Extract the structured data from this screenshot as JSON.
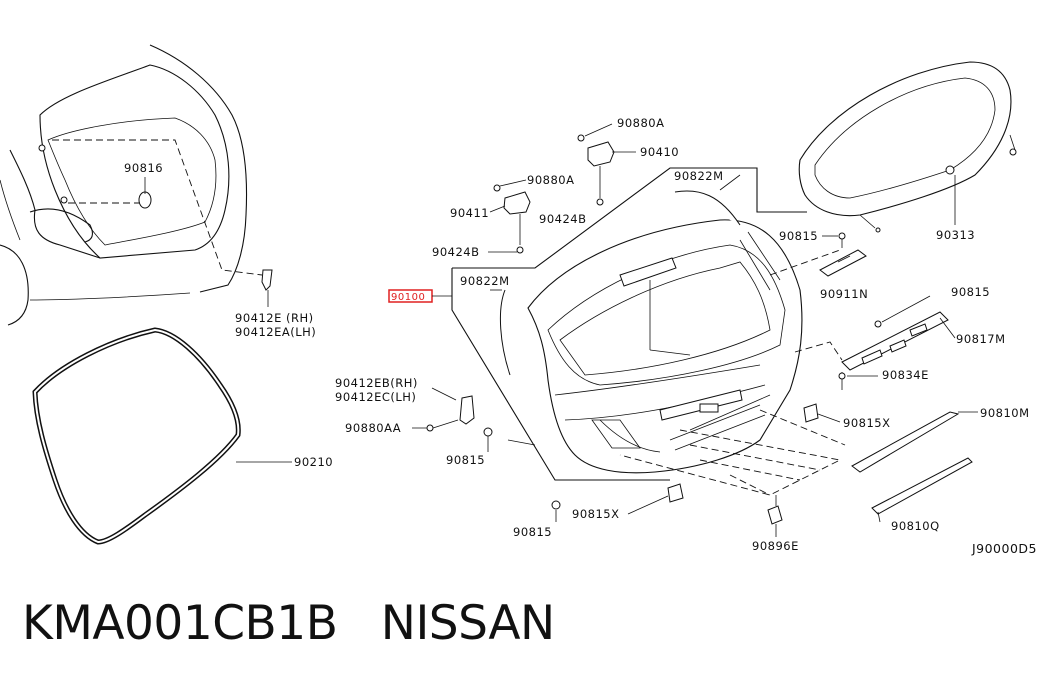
{
  "caption": {
    "part_number": "KMA001CB1B",
    "brand": "NISSAN"
  },
  "diagram_code": "J90000D5",
  "highlight_label": "90100",
  "highlight_color": "#e02020",
  "labels": {
    "l90816": "90816",
    "l90412e": "90412E (RH)",
    "l90412ea": "90412EA(LH)",
    "l90210": "90210",
    "l90880a_1": "90880A",
    "l90410": "90410",
    "l90880a_2": "90880A",
    "l90411": "90411",
    "l90424b_1": "90424B",
    "l90424b_2": "90424B",
    "l90822m_1": "90822M",
    "l90822m_2": "90822M",
    "l90412eb": "90412EB(RH)",
    "l90412ec": "90412EC(LH)",
    "l90880aa": "90880AA",
    "l90815_1": "90815",
    "l90815_2": "90815",
    "l90815x_1": "90815X",
    "l90896e": "90896E",
    "l90815_3": "90815",
    "l90911n": "90911N",
    "l90815_4": "90815",
    "l90817m": "90817M",
    "l90834e": "90834E",
    "l90815x_2": "90815X",
    "l90810m": "90810M",
    "l90810q": "90810Q",
    "l90313": "90313"
  }
}
